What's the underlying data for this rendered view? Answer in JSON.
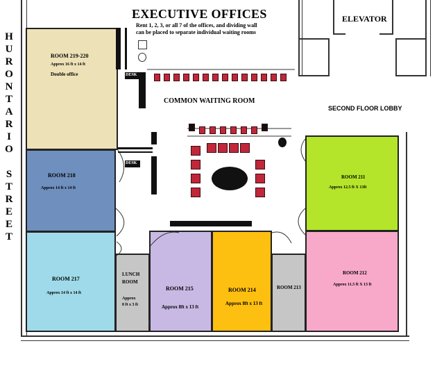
{
  "header": {
    "title": "EXECUTIVE OFFICES",
    "subtitle_line1": "Rent 1, 2, 3, or all 7 of the offices, and dividing wall",
    "subtitle_line2": "can be placed to separate individual waiting rooms"
  },
  "street_letters": [
    "H",
    "U",
    "R",
    "O",
    "N",
    "T",
    "A",
    "R",
    "I",
    "O",
    "",
    "S",
    "T",
    "R",
    "E",
    "E",
    "T"
  ],
  "labels": {
    "elevator": "ELEVATOR",
    "common_waiting": "COMMON WAITING ROOM",
    "lobby": "SECOND FLOOR LOBBY",
    "desk1": "DESK",
    "desk2": "DESK"
  },
  "rooms": {
    "r219": {
      "name": "ROOM 219-220",
      "size": "Approx 16 ft x 14 ft",
      "note": "Double office",
      "color": "#ede1b7"
    },
    "r218": {
      "name": "ROOM 218",
      "size": "Approx 14 ft x 14 ft",
      "color": "#6f8fbe"
    },
    "r217": {
      "name": "ROOM 217",
      "size": "Approx 14 ft x 14 ft",
      "color": "#9fdaea"
    },
    "lunch": {
      "name1": "LUNCH",
      "name2": "ROOM",
      "size1": "Approx",
      "size2": "8 ft x 3 ft",
      "color": "#c6c6c6"
    },
    "r215": {
      "name": "ROOM 215",
      "size": "Approx  8ft x 13 ft",
      "color": "#c8b9e4"
    },
    "r214": {
      "name": "ROOM 214",
      "size": "Approx  8ft x 13 ft",
      "color": "#fdbf10"
    },
    "r213": {
      "name": "ROOM 213",
      "color": "#c6c6c6"
    },
    "r211": {
      "name": "ROOM 211",
      "size": "Approx 12.5 ft X 13ft",
      "color": "#b4e52a"
    },
    "r212": {
      "name": "ROOM 212",
      "size": "Approx 11.5 ft X 13 ft",
      "color": "#f8a9c9"
    }
  }
}
